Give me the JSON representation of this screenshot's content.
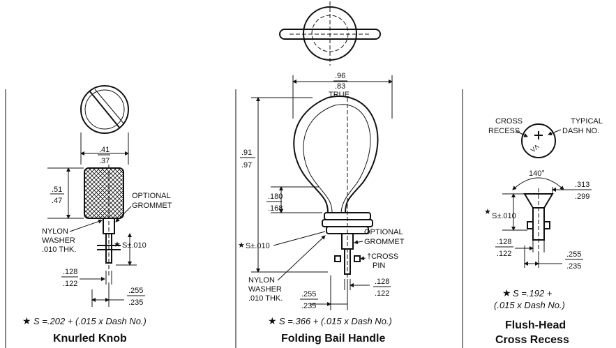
{
  "panel_knurled": {
    "title": "Knurled Knob",
    "formula": "S =.202 + (.015 x Dash No.)",
    "dim_width_top": ".41",
    "dim_width_bot": ".37",
    "dim_height_top": ".51",
    "dim_height_bot": ".47",
    "optional_grommet_1": "OPTIONAL",
    "optional_grommet_2": "GROMMET",
    "nylon_1": "NYLON",
    "nylon_2": "WASHER",
    "nylon_3": ".010 THK.",
    "s_tol": "S±.010",
    "dim_pin_top": ".128",
    "dim_pin_bot": ".122",
    "dim_len_top": ".255",
    "dim_len_bot": ".235"
  },
  "panel_bail": {
    "title": "Folding Bail Handle",
    "formula": "S =.366 + (.015 x Dash No.)",
    "dim_width_top": ".96",
    "dim_width_bot": ".83",
    "dim_width_note": "TRUE",
    "dim_height_top": ".91",
    "dim_height_bot": ".97",
    "dim_neck_top": ".180",
    "dim_neck_bot": ".168",
    "s_tol": "S±.010",
    "optional_grommet_1": "OPTIONAL",
    "optional_grommet_2": "GROMMET",
    "cross_pin_1": "†CROSS",
    "cross_pin_2": "PIN",
    "nylon_1": "NYLON",
    "nylon_2": "WASHER",
    "nylon_3": ".010 THK.",
    "dim_len_top": ".255",
    "dim_len_bot": ".235",
    "dim_pin_top": ".128",
    "dim_pin_bot": ".122"
  },
  "panel_flush": {
    "title_1": "Flush-Head",
    "title_2": "Cross Recess",
    "formula_1": "S =.192 +",
    "formula_2": "(.015 x Dash No.)",
    "cross_recess_1": "CROSS",
    "cross_recess_2": "RECESS",
    "typical_1": "TYPICAL",
    "typical_2": "DASH NO.",
    "angle": "140°",
    "dim_head_top": ".313",
    "dim_head_bot": ".299",
    "s_tol": "S±.010",
    "dim_pin_top": ".128",
    "dim_pin_bot": ".122",
    "dim_len_top": ".255",
    "dim_len_bot": ".235"
  },
  "star": "★"
}
